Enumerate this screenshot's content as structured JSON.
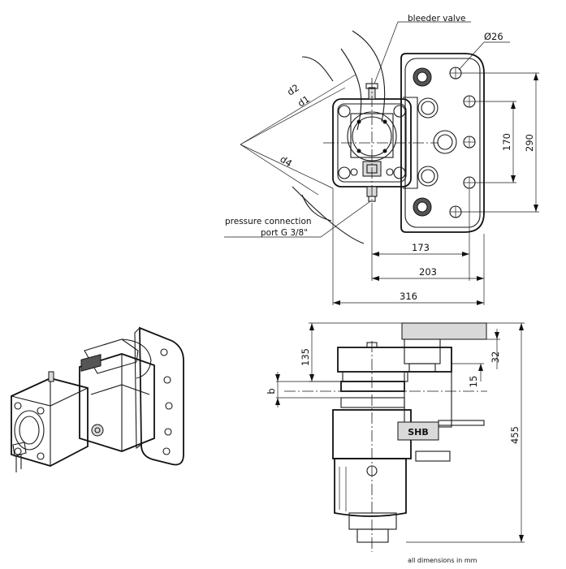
{
  "labels": {
    "bleeder_valve": "bleeder valve",
    "pressure_connection_line1": "pressure connection",
    "pressure_connection_line2": "port G 3/8\"",
    "footer": "all dimensions in mm"
  },
  "dimensions": {
    "dia_hole": "Ø26",
    "h_290": "290",
    "h_170": "170",
    "w_173": "173",
    "w_203": "203",
    "w_316": "316",
    "d1": "d1",
    "d2": "d2",
    "d4": "d4",
    "v_135": "135",
    "v_32": "32",
    "v_15": "15",
    "v_b": "b",
    "v_455": "455"
  },
  "brand": "SHB"
}
